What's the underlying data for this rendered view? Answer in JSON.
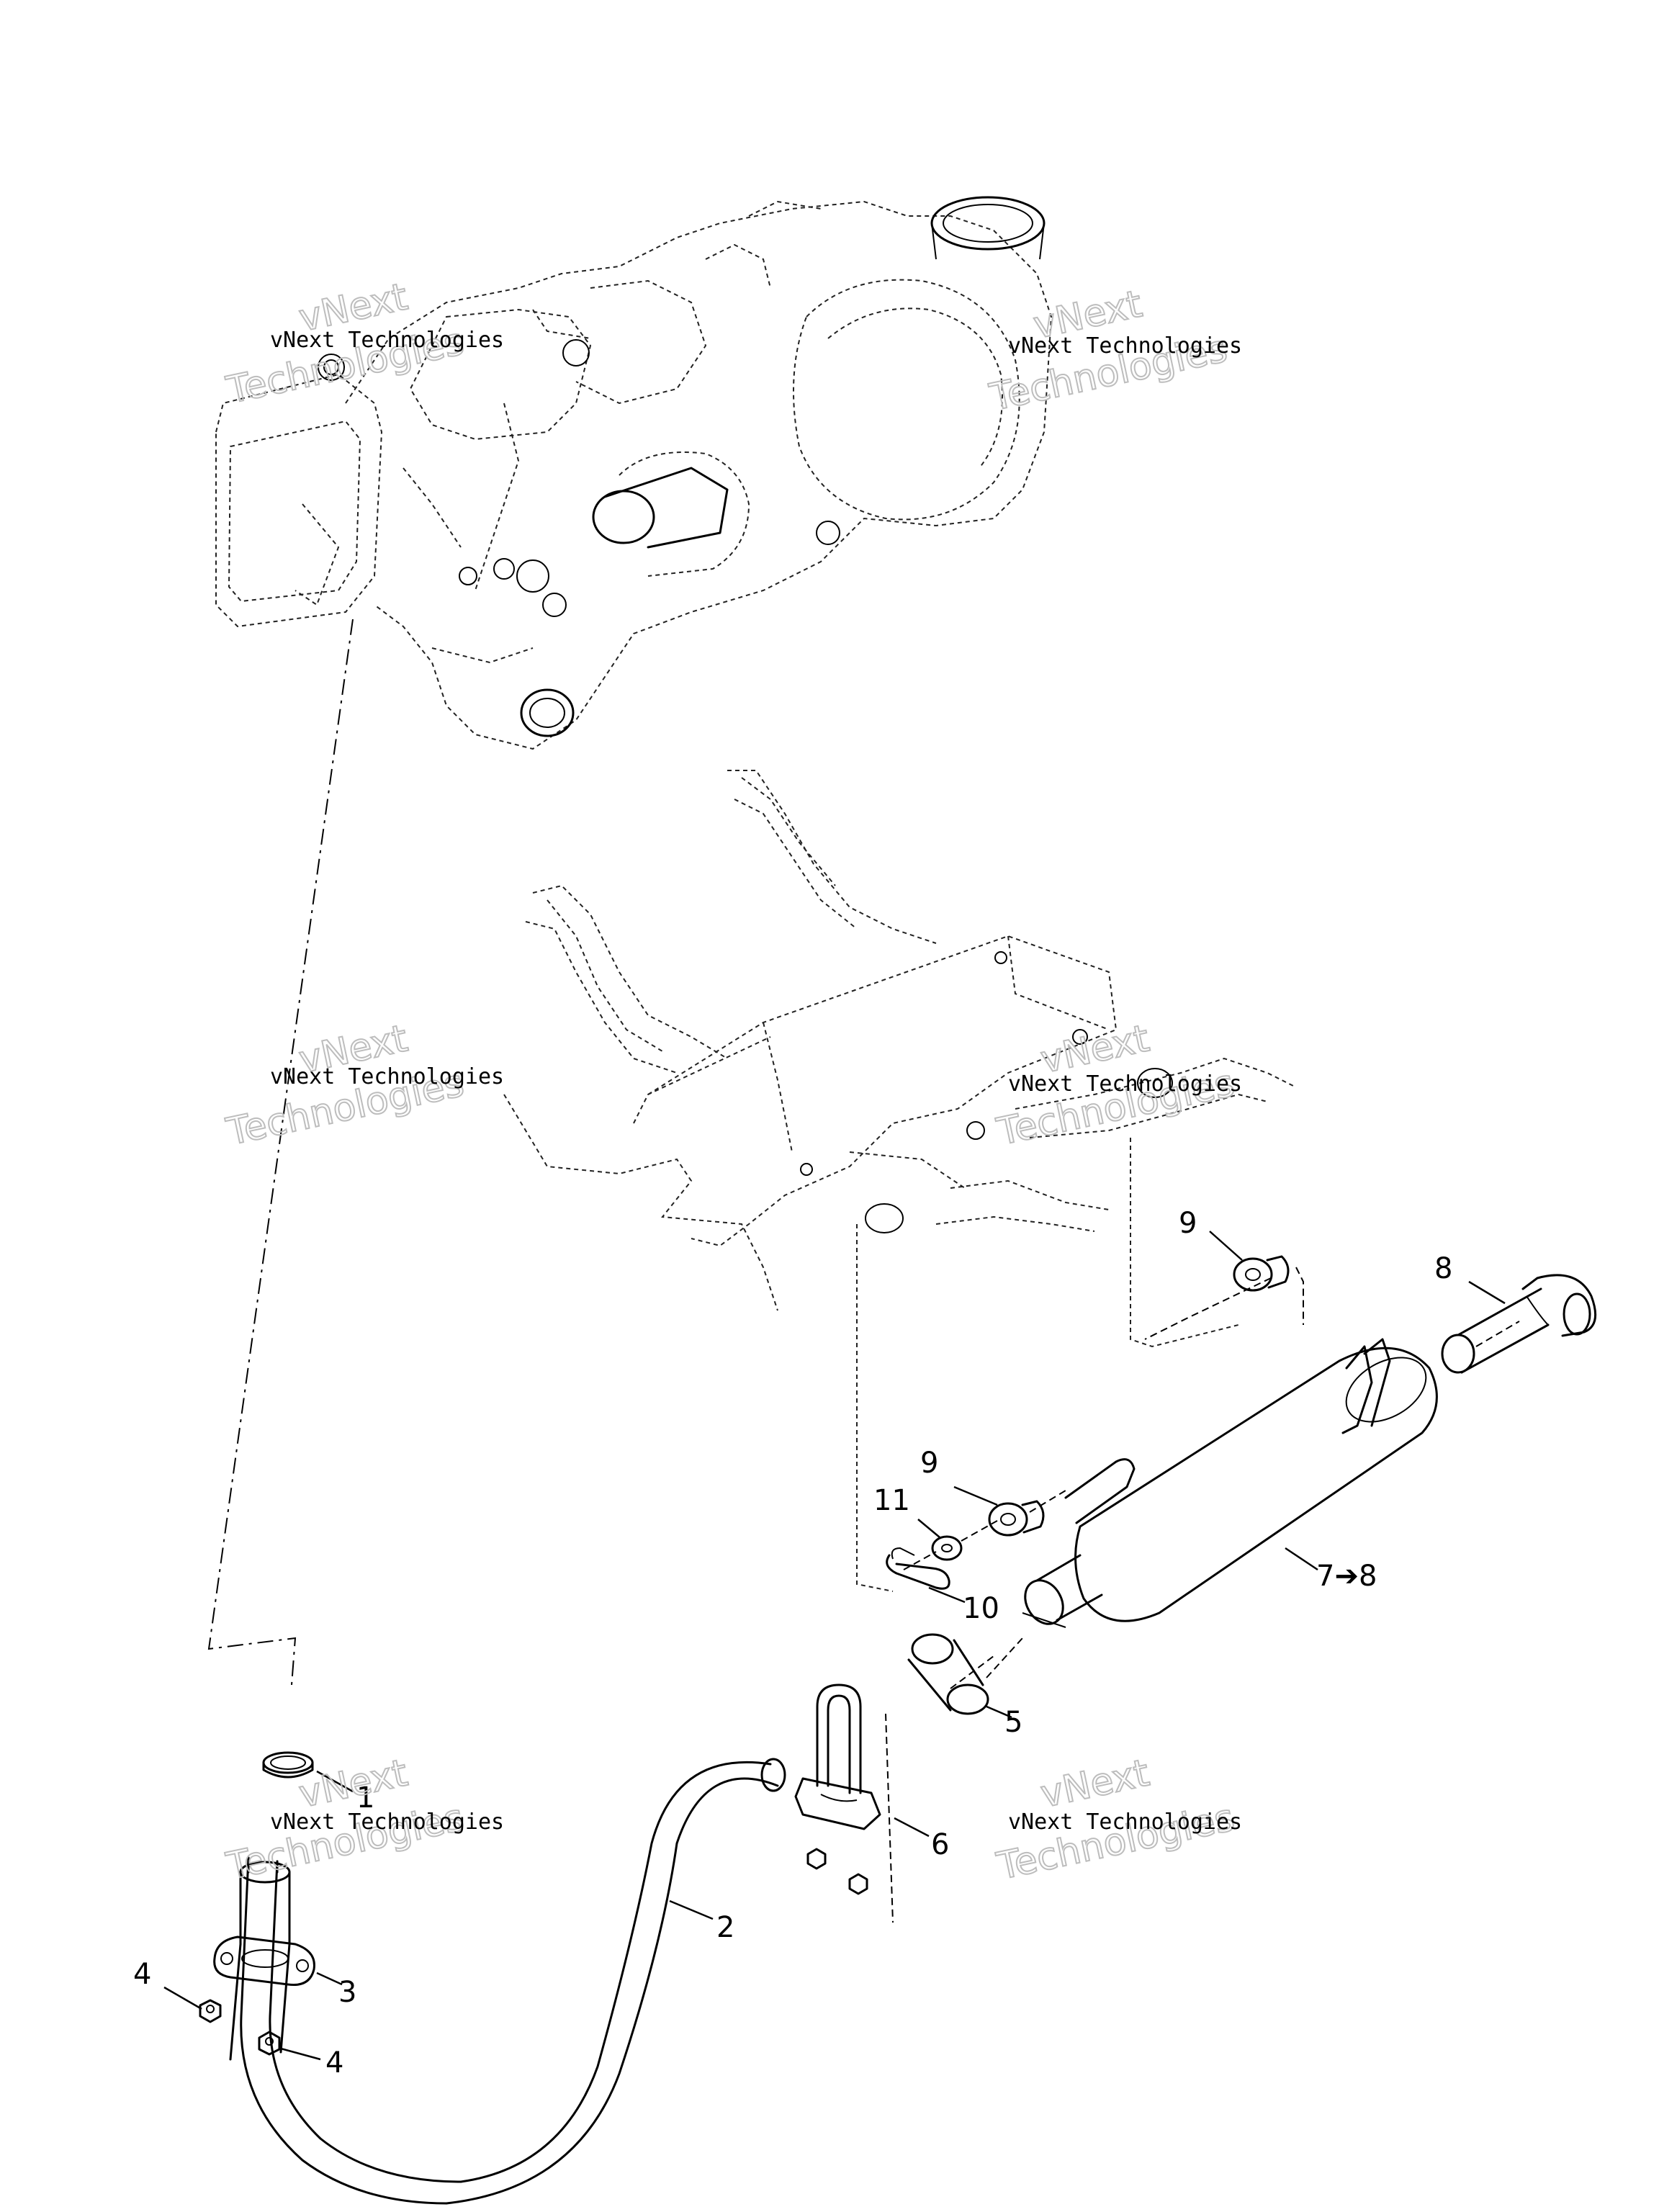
{
  "callouts": {
    "c1": "1",
    "c2": "2",
    "c3": "3",
    "c4a": "4",
    "c4b": "4",
    "c5": "5",
    "c6": "6",
    "c7": "7➔8",
    "c8": "8",
    "c9a": "9",
    "c9b": "9",
    "c10": "10",
    "c11": "11"
  },
  "watermark": {
    "brand": "vNext Technologies",
    "large_top": "vNext",
    "large_bottom": "Technologies"
  }
}
